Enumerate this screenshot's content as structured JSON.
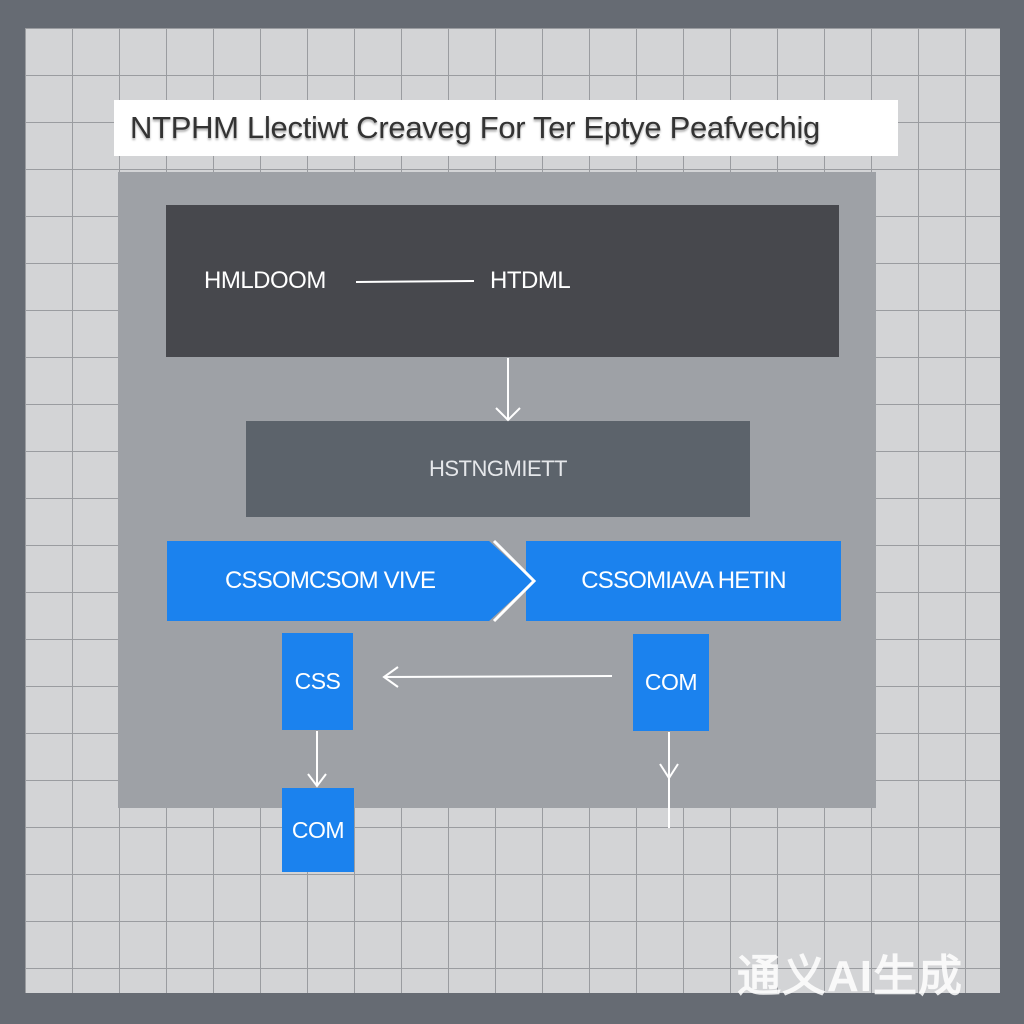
{
  "title": "NTPHM Llectiwt Creaveg For Ter Eptye Peafvechig",
  "top_box": {
    "left_label": "HMLDOOM",
    "right_label": "HTDML"
  },
  "middle_box": {
    "label": "HSTNGMIETT"
  },
  "blue_row": {
    "left_label": "CSSOMCSOM VIVE",
    "right_label": "CSSOMIAVA HETIN"
  },
  "small_boxes": {
    "css": "CSS",
    "com_right": "COM",
    "com_bottom": "COM"
  },
  "watermark": "通义AI生成",
  "colors": {
    "background": "#666b73",
    "grid": "#d3d4d6",
    "panel": "#9ea1a6",
    "dark": "#47484d",
    "slate": "#5c636b",
    "accent": "#1b82ee"
  }
}
